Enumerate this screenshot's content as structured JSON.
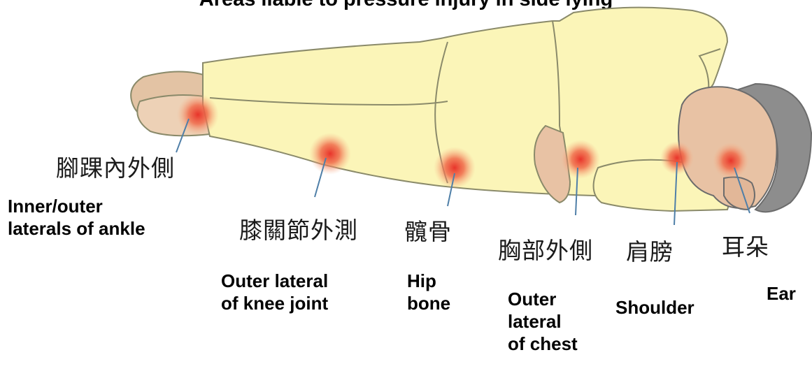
{
  "title": "Areas liable to pressure injury in side lying",
  "sites": [
    {
      "zh": "腳踝內外側",
      "en": "Inner/outer\nlaterals of ankle"
    },
    {
      "zh": "膝關節外測",
      "en": "Outer lateral\nof knee joint"
    },
    {
      "zh": "髖骨",
      "en": "Hip\nbone"
    },
    {
      "zh": "胸部外側",
      "en": "Outer\nlateral\nof chest"
    },
    {
      "zh": "肩膀",
      "en": "Shoulder"
    },
    {
      "zh": "耳朵",
      "en": "Ear"
    }
  ],
  "colors": {
    "clothing": "#fbf5b8",
    "outline": "#8a8a6a",
    "skin": "#e8c2a4",
    "hair": "#8d8d8d",
    "pressure": "#e8342a"
  }
}
